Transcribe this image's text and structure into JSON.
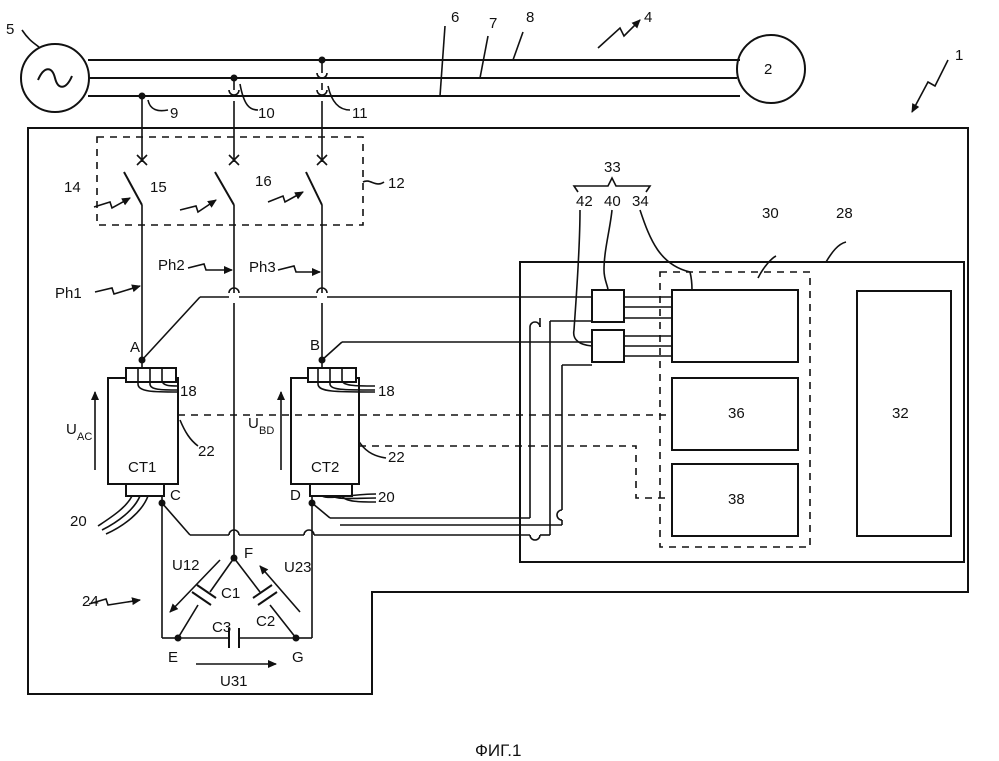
{
  "figure": {
    "caption": "ФИГ.1"
  },
  "labels": {
    "ref_1": "1",
    "ref_2": "2",
    "ref_4": "4",
    "ref_5": "5",
    "ref_6": "6",
    "ref_7": "7",
    "ref_8": "8",
    "ref_9": "9",
    "ref_10": "10",
    "ref_11": "11",
    "ref_12": "12",
    "ref_14": "14",
    "ref_15": "15",
    "ref_16": "16",
    "ref_18a": "18",
    "ref_18b": "18",
    "ref_20a": "20",
    "ref_20b": "20",
    "ref_22a": "22",
    "ref_22b": "22",
    "ref_24": "24",
    "ref_28": "28",
    "ref_30": "30",
    "ref_32": "32",
    "ref_33": "33",
    "ref_34": "34",
    "ref_36": "36",
    "ref_38": "38",
    "ref_40": "40",
    "ref_42": "42",
    "ph1": "Ph1",
    "ph2": "Ph2",
    "ph3": "Ph3",
    "node_a": "A",
    "node_b": "B",
    "node_c": "C",
    "node_d": "D",
    "node_e": "E",
    "node_f": "F",
    "node_g": "G",
    "ct1": "CT1",
    "ct2": "CT2",
    "u_ac": "U",
    "u_ac_sub": "AC",
    "u_bd": "U",
    "u_bd_sub": "BD",
    "c1": "C1",
    "c2": "C2",
    "c3": "C3",
    "u12": "U12",
    "u23": "U23",
    "u31": "U31"
  }
}
